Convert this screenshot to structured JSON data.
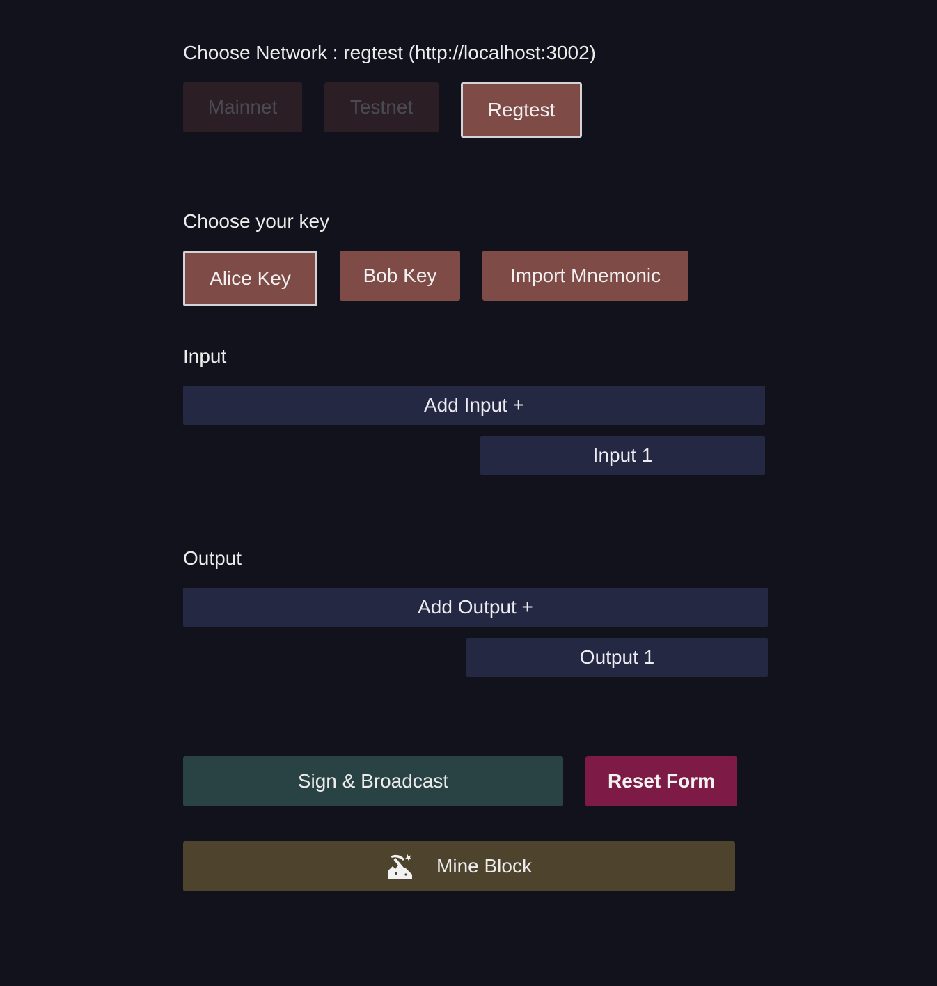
{
  "network": {
    "heading": "Choose Network : regtest (http://localhost:3002)",
    "options": [
      {
        "label": "Mainnet",
        "state": "disabled"
      },
      {
        "label": "Testnet",
        "state": "disabled"
      },
      {
        "label": "Regtest",
        "state": "selected"
      }
    ]
  },
  "keys": {
    "heading": "Choose your key",
    "options": [
      {
        "label": "Alice Key",
        "state": "selected"
      },
      {
        "label": "Bob Key",
        "state": "default"
      },
      {
        "label": "Import Mnemonic",
        "state": "default"
      }
    ]
  },
  "inputs": {
    "heading": "Input",
    "add_label": "Add Input +",
    "items": [
      {
        "label": "Input 1"
      }
    ]
  },
  "outputs": {
    "heading": "Output",
    "add_label": "Add Output +",
    "items": [
      {
        "label": "Output 1"
      }
    ]
  },
  "actions": {
    "sign_label": "Sign & Broadcast",
    "reset_label": "Reset Form",
    "mine_label": "Mine Block",
    "mine_icon": "pickaxe-icon"
  },
  "colors": {
    "background": "#12121c",
    "network_selected": "#7f4b47",
    "network_disabled": "#2b1e25",
    "navy_button": "#252842",
    "sign_button": "#294243",
    "reset_button": "#7d1a45",
    "mine_button": "#4e432c"
  }
}
